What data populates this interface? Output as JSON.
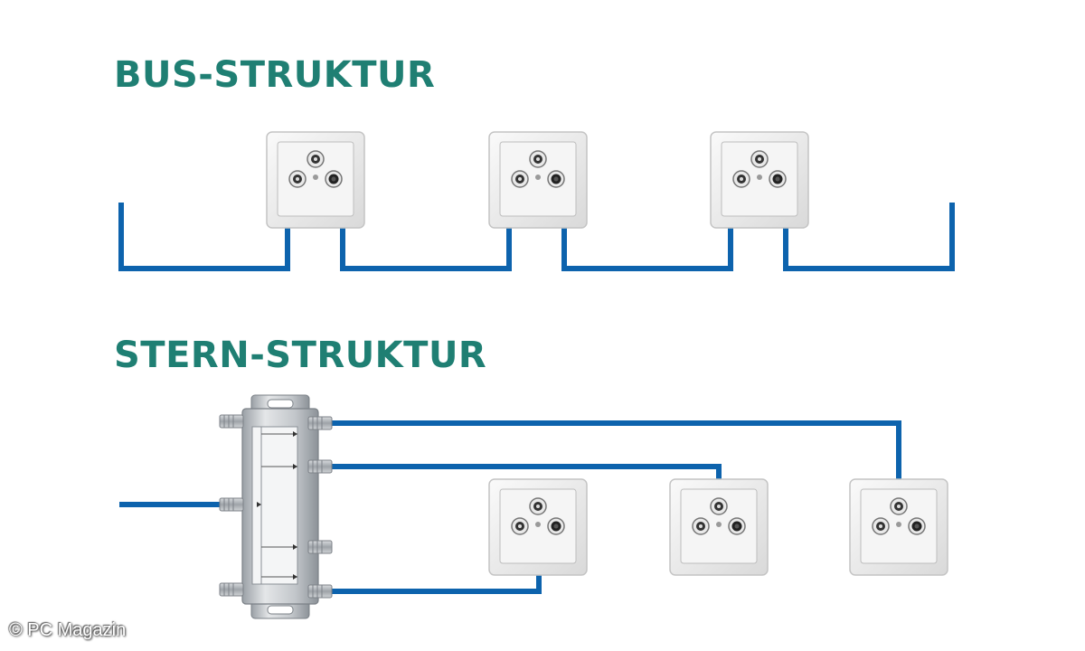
{
  "bus_section": {
    "title": "BUS-STRUKTUR"
  },
  "star_section": {
    "title": "STERN-STRUKTUR"
  },
  "credit": "© PC Magazin",
  "colors": {
    "title": "#1f7f73",
    "cable": "#0d63ad",
    "socket_plate": "#ececec",
    "socket_insert": "#f6f6f6",
    "splitter_body": "#c9ccd0",
    "splitter_connector": "#b3b7bb"
  }
}
